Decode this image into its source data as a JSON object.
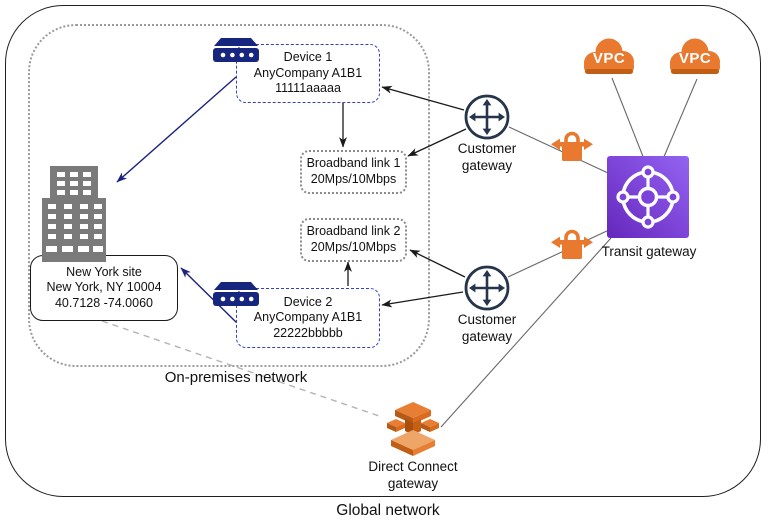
{
  "diagram": {
    "global_label": "Global network",
    "on_premises_label": "On-premises network"
  },
  "nodes": {
    "device1": {
      "title": "Device 1",
      "subtitle": "AnyCompany A1B1",
      "detail": "11111aaaaa"
    },
    "device2": {
      "title": "Device 2",
      "subtitle": "AnyCompany A1B1",
      "detail": "22222bbbbb"
    },
    "broadband_link1": {
      "title": "Broadband link 1",
      "detail": "20Mps/10Mbps"
    },
    "broadband_link2": {
      "title": "Broadband link 2",
      "detail": "20Mps/10Mbps"
    },
    "new_york_site": {
      "title": "New York site",
      "subtitle": "New York, NY 10004",
      "detail": "40.7128 -74.0060"
    },
    "customer_gateway_top": {
      "label": "Customer gateway"
    },
    "customer_gateway_bottom": {
      "label": "Customer gateway"
    },
    "transit_gateway": {
      "label": "Transit gateway"
    },
    "vpc_left": {
      "label": "VPC"
    },
    "vpc_right": {
      "label": "VPC"
    },
    "direct_connect_gateway": {
      "label": "Direct Connect gateway"
    }
  },
  "icons": {
    "device": "router-icon",
    "new_york_site": "office-building-icon",
    "customer_gateway": "four-way-arrows-circle-icon",
    "vpn_connection": "lock-with-arrows-icon",
    "transit_gateway": "hub-spokes-square-icon",
    "vpc": "cloud-icon",
    "direct_connect_gateway": "stacked-3d-gateway-icon"
  },
  "colors": {
    "aws_orange": "#E8792E",
    "aws_orange_dark": "#B55A17",
    "aws_orange_light": "#F0A568",
    "purple_gradient_dark": "#6527BD",
    "purple_gradient_light": "#9463F2",
    "device_navy": "#16257D",
    "arrow_navy": "#1A2380",
    "dashed_box_blue": "#2F3FCB",
    "building_gray": "#7a7a7a",
    "line_gray": "#686868"
  }
}
